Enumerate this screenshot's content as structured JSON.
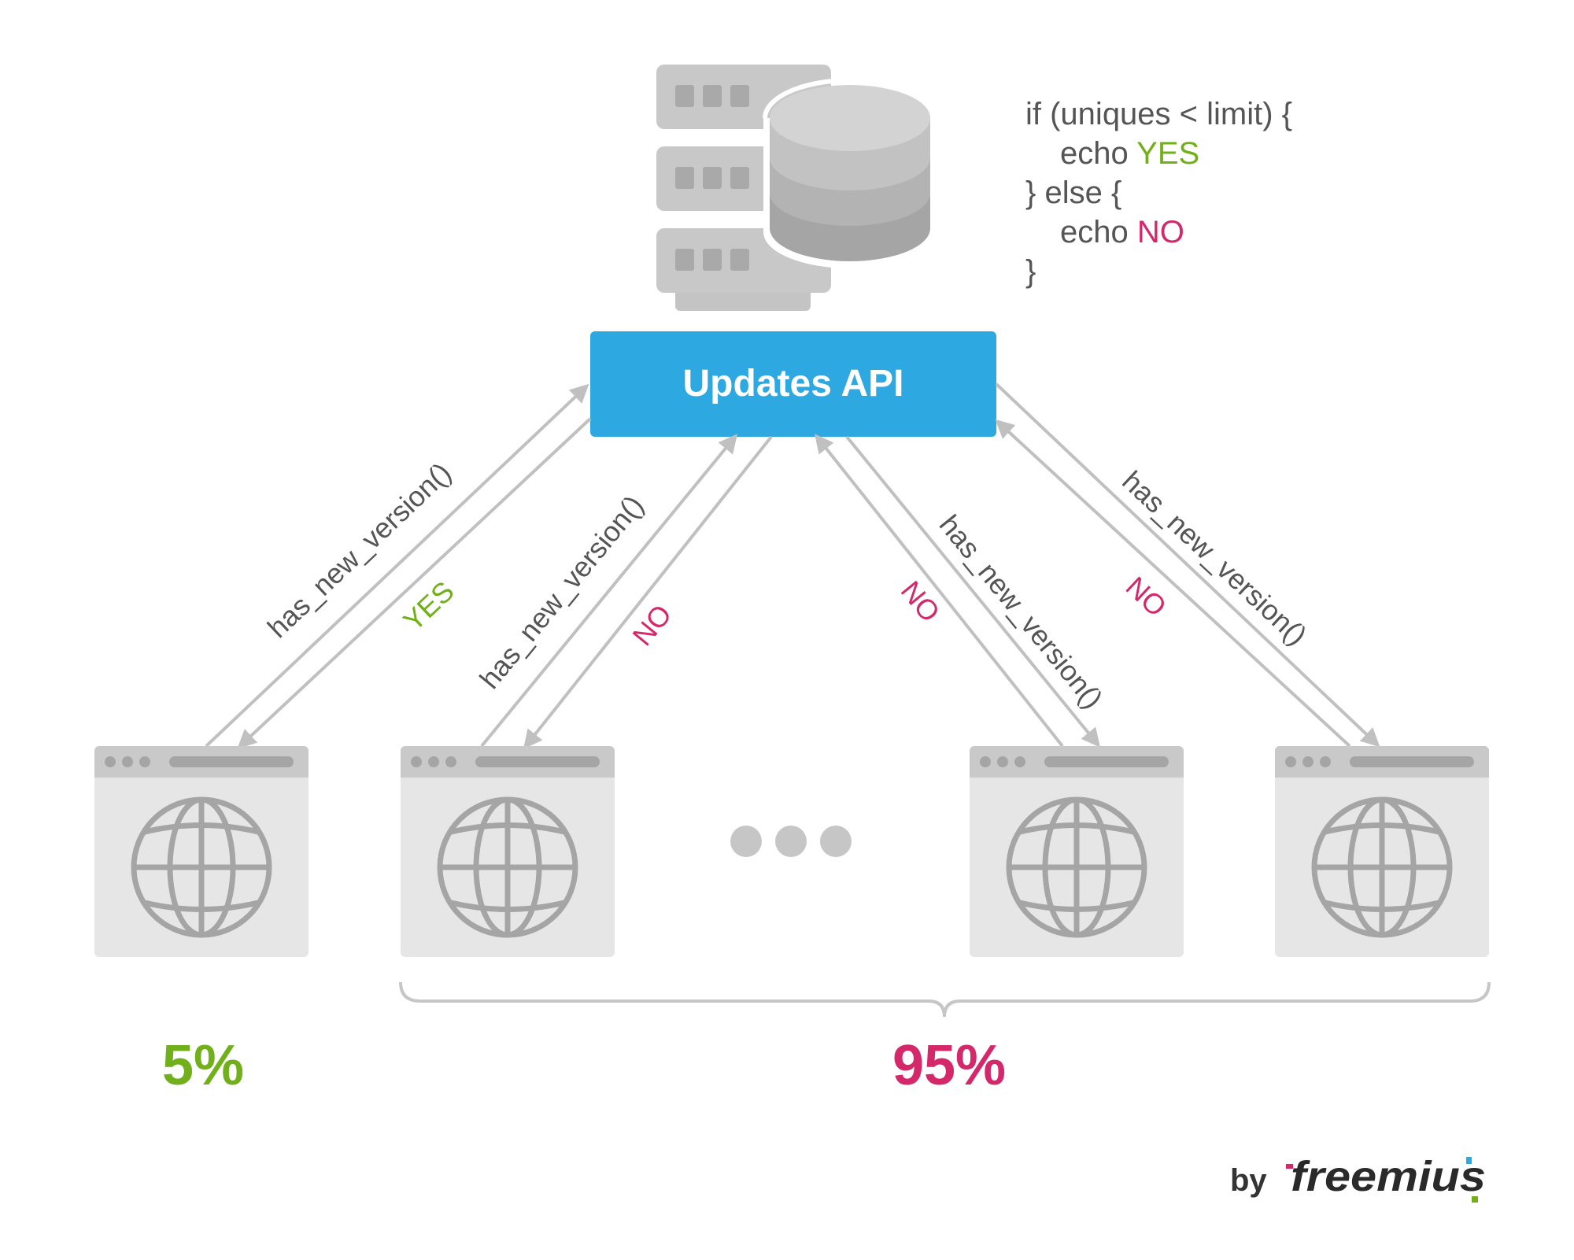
{
  "code": {
    "line1": "if (uniques < limit) {",
    "line2_kw": "echo",
    "line2_val": "YES",
    "line3": "} else {",
    "line4_kw": "echo",
    "line4_val": "NO",
    "line5": "}"
  },
  "api": {
    "label": "Updates API"
  },
  "arrows": {
    "a1_call": "has_new_version()",
    "a1_resp": "YES",
    "a2_call": "has_new_version()",
    "a2_resp": "NO",
    "a3_call": "has_new_version()",
    "a3_resp": "NO",
    "a4_call": "has_new_version()",
    "a4_resp": "NO"
  },
  "stats": {
    "left_pct": "5%",
    "right_pct": "95%"
  },
  "brand": {
    "by": "by",
    "logo_text": "freemius"
  },
  "colors": {
    "api_blue": "#2ea8e0",
    "yes_green": "#71b01a",
    "no_pink": "#d4286b",
    "gray": "#c8c8c8",
    "dark_text": "#555555"
  }
}
